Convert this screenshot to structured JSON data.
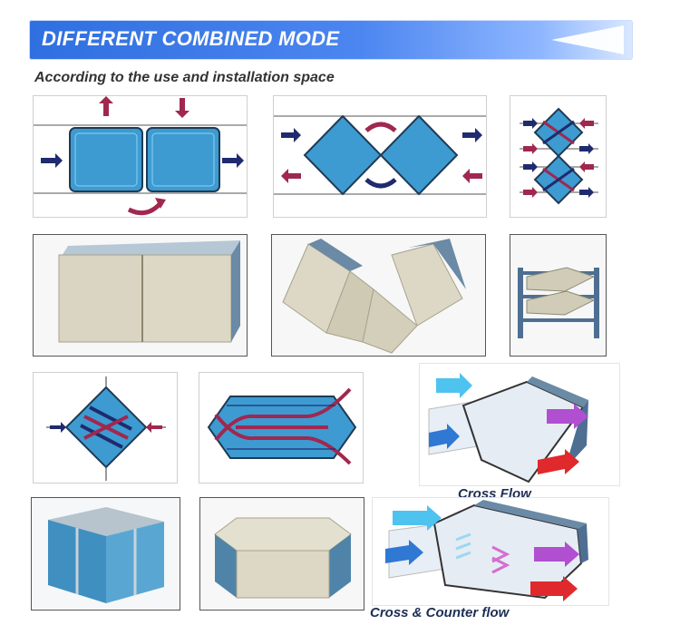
{
  "banner": {
    "title": "DIFFERENT COMBINED MODE"
  },
  "subtitle": "According to the use and installation space",
  "captions": {
    "cross_flow": "Cross Flow",
    "cross_counter_flow": "Cross & Counter flow"
  },
  "colors": {
    "banner_blue": "#2f6fe0",
    "core_blue": "#3d9bd1",
    "arrow_navy": "#1f2b6e",
    "arrow_maroon": "#a0284f",
    "product_beige": "#dcd8c5"
  },
  "icons": [
    "banner-arrow-icon"
  ]
}
